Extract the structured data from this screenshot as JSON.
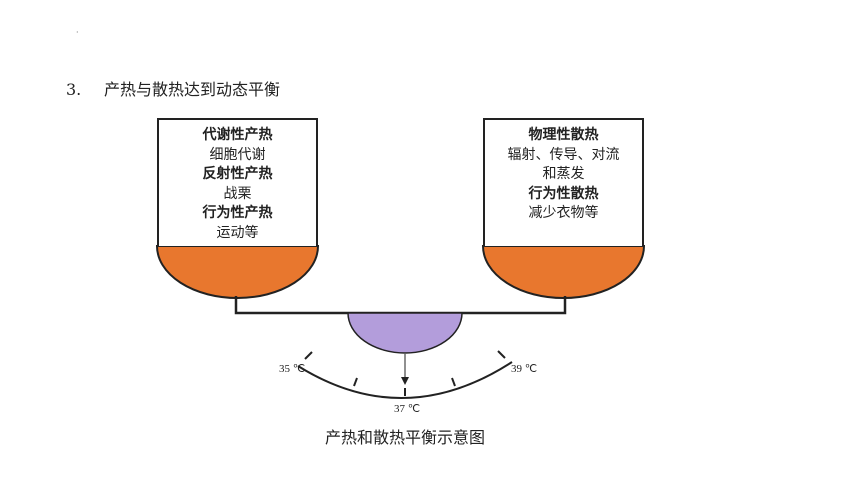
{
  "heading": {
    "number": "3.",
    "text": "产热与散热达到动态平衡"
  },
  "left_box": {
    "lines": [
      {
        "text": "代谢性产热",
        "bold": true
      },
      {
        "text": "细胞代谢",
        "bold": false
      },
      {
        "text": "反射性产热",
        "bold": true
      },
      {
        "text": "战栗",
        "bold": false
      },
      {
        "text": "行为性产热",
        "bold": true
      },
      {
        "text": "运动等",
        "bold": false
      }
    ]
  },
  "right_box": {
    "lines": [
      {
        "text": "物理性散热",
        "bold": true
      },
      {
        "text": "辐射、传导、对流",
        "bold": false
      },
      {
        "text": "和蒸发",
        "bold": false
      },
      {
        "text": "行为性散热",
        "bold": true
      },
      {
        "text": "减少衣物等",
        "bold": false
      }
    ]
  },
  "scale": {
    "left_label": "35 ℃",
    "center_label": "37 ℃",
    "right_label": "39 ℃"
  },
  "caption": "产热和散热平衡示意图",
  "colors": {
    "bowl_fill": "#e8772e",
    "pivot_fill": "#b39ddb",
    "outline": "#222222"
  }
}
